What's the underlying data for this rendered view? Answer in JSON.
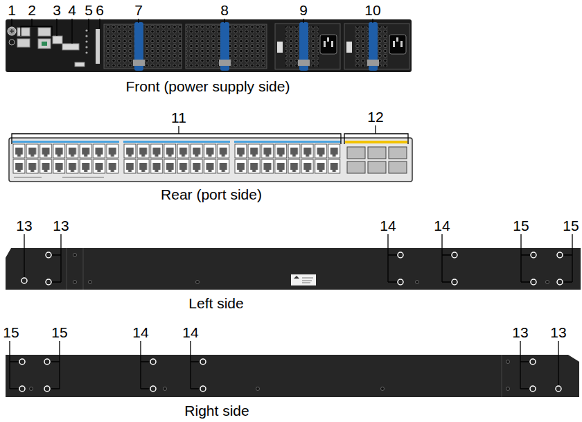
{
  "diagram": {
    "labels": [
      "1",
      "2",
      "3",
      "4",
      "5",
      "6",
      "7",
      "8",
      "9",
      "10",
      "Front (power supply side)",
      "11",
      "12",
      "Rear (port side)",
      "13",
      "13",
      "14",
      "14",
      "15",
      "15",
      "Left side",
      "15",
      "15",
      "14",
      "14",
      "13",
      "13",
      "Right side"
    ]
  }
}
